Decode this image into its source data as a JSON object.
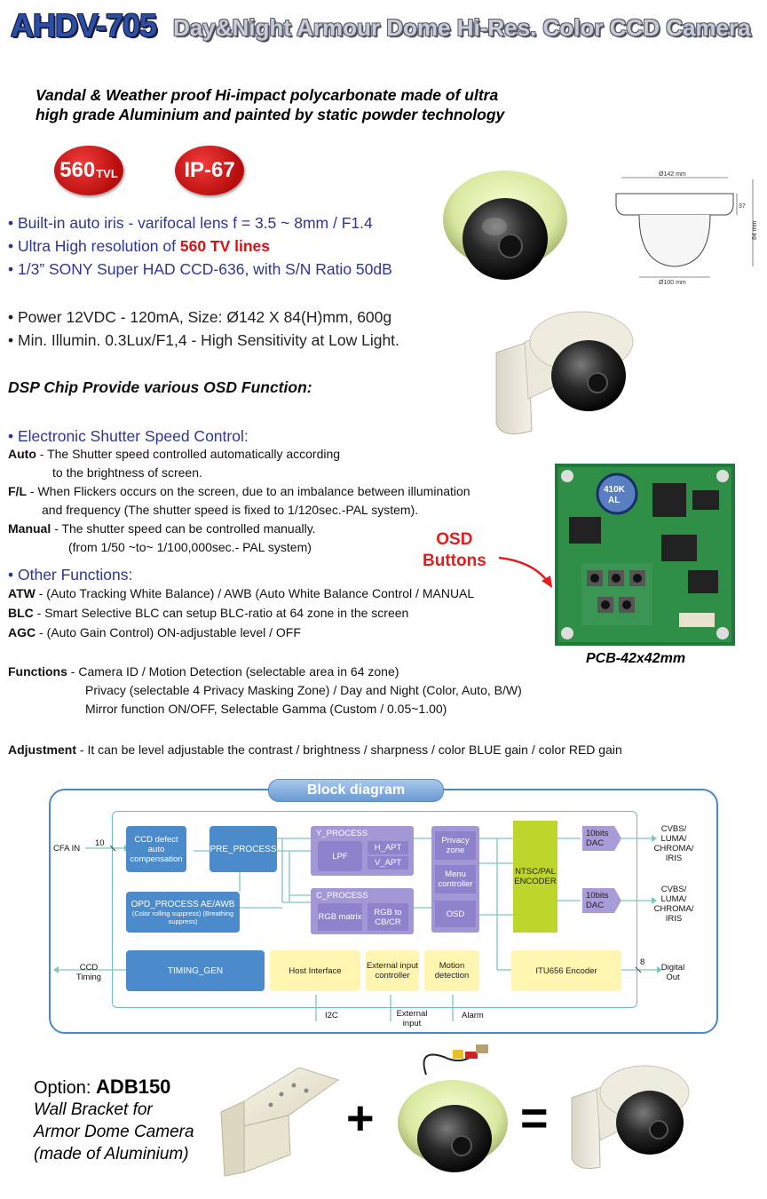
{
  "header": {
    "model": "AHDV-705",
    "subtitle": "Day&Night Armour Dome Hi-Res. Color CCD Camera"
  },
  "tagline": {
    "line1": "Vandal & Weather proof  Hi-impact polycarbonate made of  ultra",
    "line2": "high grade Aluminium and painted by static powder technology"
  },
  "badges": {
    "tvl_num": "560",
    "tvl_unit": "TVL",
    "ip": "IP-67"
  },
  "features": {
    "b1": "• Built-in auto iris - varifocal lens f = 3.5 ~ 8mm / F1.4",
    "b2_pre": "• Ultra High resolution of ",
    "b2_hl": "560 TV lines",
    "b3": "• 1/3” SONY Super HAD CCD-636, with S/N Ratio  50dB",
    "b4": "• Power 12VDC - 120mA, Size: Ø142 X 84(H)mm, 600g",
    "b5": "• Min. Illumin. 0.3Lux/F1,4 - High Sensitivity at Low Light."
  },
  "dsp_heading": "DSP Chip Provide various OSD Function:",
  "shutter": {
    "heading": "• Electronic Shutter Speed Control:",
    "auto_k": "Auto",
    "auto_v1": " - The Shutter speed controlled automatically according",
    "auto_v2": "to the brightness of screen.",
    "fl_k": "F/L",
    "fl_v1": " - When Flickers occurs on the screen, due to an imbalance between illumination",
    "fl_v2": "and frequency (The shutter speed is fixed to 1/120sec.-PAL system).",
    "man_k": "Manual",
    "man_v1": " - The shutter speed can be controlled manually.",
    "man_v2": "(from 1/50 ~to~ 1/100,000sec.- PAL system)"
  },
  "other": {
    "heading": "• Other Functions:",
    "atw_k": "ATW",
    "atw_v": " - (Auto Tracking White Balance) / AWB (Auto White Balance Control / MANUAL",
    "blc_k": "BLC",
    "blc_v": " - Smart Selective BLC can setup BLC-ratio at 64 zone in the screen",
    "agc_k": "AGC",
    "agc_v": " - (Auto Gain Control) ON-adjustable level / OFF"
  },
  "functions": {
    "k": "Functions",
    "v1": " - Camera ID / Motion Detection (selectable area in 64 zone)",
    "v2": "Privacy (selectable 4 Privacy Masking Zone) / Day and Night (Color, Auto, B/W)",
    "v3": "Mirror function ON/OFF, Selectable Gamma (Custom / 0.05~1.00)"
  },
  "adjustment": {
    "k": "Adjustment",
    "v": " - It can be level adjustable the contrast / brightness / sharpness / color BLUE gain / color RED gain"
  },
  "dimensions": {
    "top": "Ø142 mm",
    "h1": "37",
    "h2": "84 mm",
    "bottom": "Ø100 mm"
  },
  "osd": {
    "l1": "OSD",
    "l2": "Buttons"
  },
  "pcb_label": "PCB-42x42mm",
  "pcb_chip": "410K",
  "pcb_chip2": "AL",
  "block_diagram": {
    "title": "Block diagram",
    "cfa_in": "CFA IN",
    "cfa_bits": "10",
    "ccd_defect": "CCD defect auto compensation",
    "pre_process": "PRE_PROCESS",
    "y_process": "Y_PROCESS",
    "lpf": "LPF",
    "h_apt": "H_APT",
    "v_apt": "V_APT",
    "c_process": "C_PROCESS",
    "rgb_matrix": "RGB matrix",
    "rgb_cbcr": "RGB to CB/CR",
    "privacy": "Privacy zone",
    "menu": "Menu controller",
    "osd": "OSD",
    "encoder": "NTSC/PAL ENCODER",
    "dac1": "10bits DAC",
    "dac2": "10bits DAC",
    "out1": "CVBS/ LUMA/ CHROMA/ IRIS",
    "out2": "CVBS/ LUMA/ CHROMA/ IRIS",
    "opd_t": "OPD_PROCESS AE/AWB",
    "opd_s": "(Color rolling suppress) (Breathing suppress)",
    "timing": "TIMING_GEN",
    "ccd_timing": "CCD Timing",
    "host": "Host Interface",
    "ext_ctrl": "External input controller",
    "motion": "Motion detection",
    "itu": "ITU656 Encoder",
    "dig_bits": "8",
    "digital_out": "Digital Out",
    "i2c": "I2C",
    "ext_input": "External input",
    "alarm": "Alarm"
  },
  "option": {
    "label": "Option: ",
    "model": "ADB150",
    "l1": "Wall Bracket for",
    "l2": "Armor Dome Camera",
    "l3": "(made of Aluminium)"
  },
  "equation": {
    "plus": "+",
    "equals": "="
  }
}
